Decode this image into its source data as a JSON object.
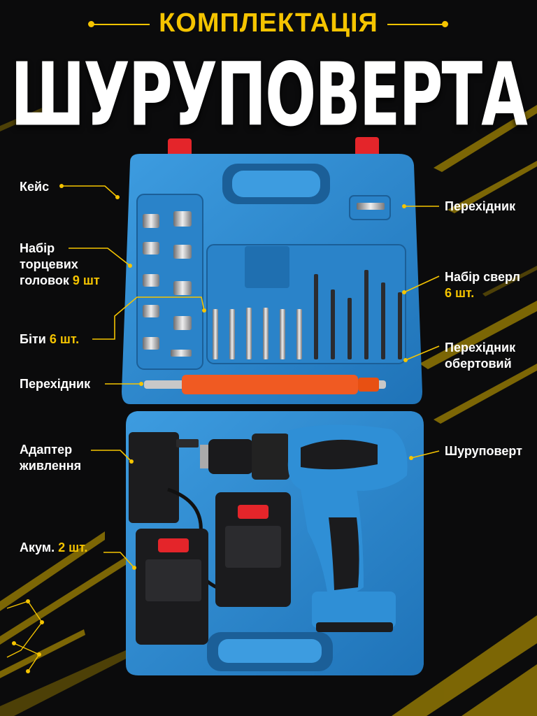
{
  "header": {
    "subtitle": "КОМПЛЕКТАЦІЯ",
    "title": "ШУРУПОВЕРТА"
  },
  "labels": {
    "case": "Кейс",
    "adapter_top": "Перехідник",
    "socket_set": {
      "line1": "Набір",
      "line2": "торцевих",
      "line3": "головок",
      "count": "9 шт"
    },
    "drill_set": {
      "line1": "Набір сверл",
      "count": "6 шт."
    },
    "bits": {
      "text": "Біти",
      "count": "6 шт."
    },
    "rotating_adapter": {
      "line1": "Перехідник",
      "line2": "обертовий"
    },
    "adapter_flex": "Перехідник",
    "screwdriver": "Шуруповерт",
    "power_adapter": {
      "line1": "Адаптер",
      "line2": "живлення"
    },
    "battery": {
      "text": "Акум.",
      "count": "2 шт."
    }
  },
  "colors": {
    "accent": "#f5c400",
    "case_blue": "#2f8fd6",
    "case_blue_dark": "#1d6eb0",
    "handle_red": "#e4252a",
    "flex_orange": "#f05a22",
    "background": "#0b0b0c"
  }
}
